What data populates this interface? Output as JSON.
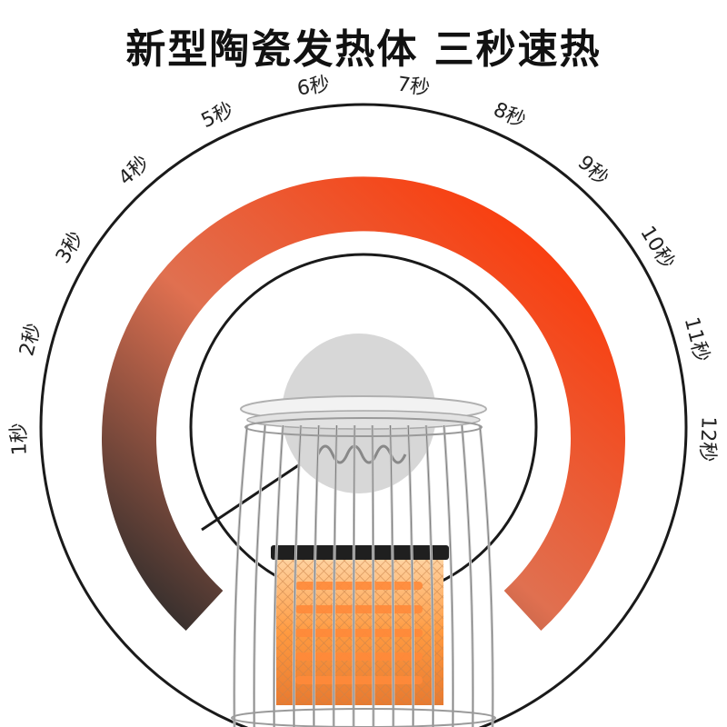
{
  "headline": "新型陶瓷发热体 三秒速热",
  "dial": {
    "ticks": [
      "1秒",
      "2秒",
      "3秒",
      "4秒",
      "5秒",
      "6秒",
      "7秒",
      "8秒",
      "9秒",
      "10秒",
      "11秒",
      "12秒"
    ],
    "arc_colors": {
      "start": "#2b2b2b",
      "mid": "#e07050",
      "end": "#ff3300"
    }
  },
  "product": {
    "name": "ceramic-heater-cage",
    "cage_color": "#c8c8c8",
    "glow_color": "#ff9a40"
  }
}
